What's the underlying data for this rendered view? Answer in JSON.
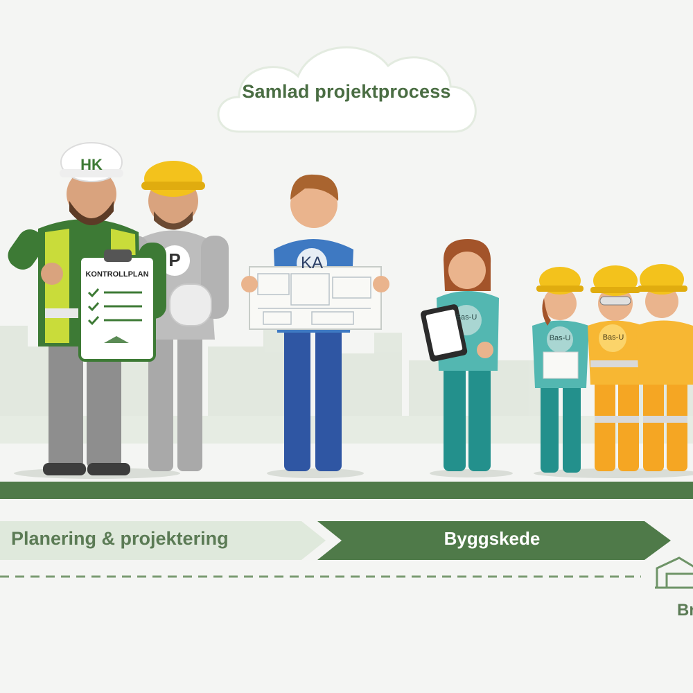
{
  "title": "Samlad projektprocess",
  "roles": {
    "hk": "HK",
    "p": "P",
    "ka": "KA",
    "basu1": "Bas-U",
    "basu2": "Bas-U",
    "basu3": "Bas-U"
  },
  "clipboard": {
    "title": "KONTROLLPLAN"
  },
  "phases": {
    "planning": "Planering & projektering",
    "construction": "Byggskede",
    "next_partial": "Br"
  },
  "colors": {
    "dark_green": "#4f7a49",
    "light_green": "#dfe9dc",
    "title_green": "#4a6d43"
  }
}
